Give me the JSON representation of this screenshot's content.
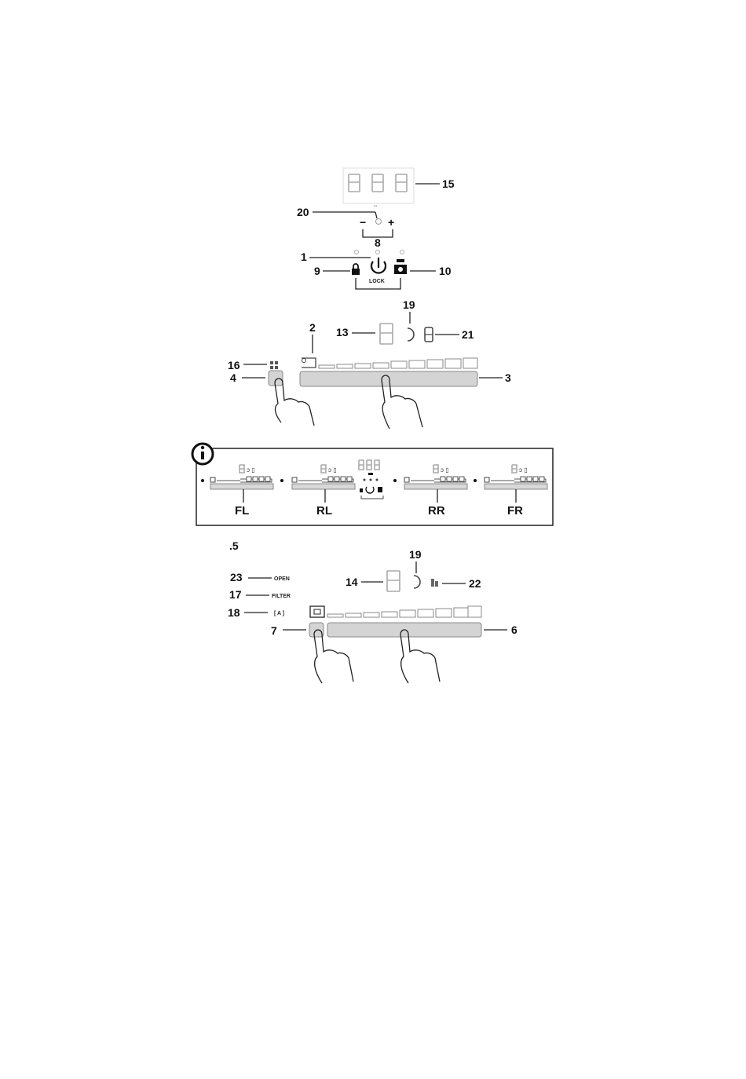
{
  "top_panel": {
    "callouts": {
      "c15": "15",
      "c20": "20",
      "c8": "8",
      "c1": "1",
      "c9": "9",
      "c10": "10",
      "c19": "19",
      "c13": "13",
      "c21": "21",
      "c2": "2",
      "c16": "16",
      "c4": "4",
      "c3": "3"
    },
    "minus": "−",
    "plus": "+",
    "lock_label": "LOCK"
  },
  "info_panel": {
    "zones": [
      "FL",
      "RL",
      "RR",
      "FR"
    ]
  },
  "bottom_panel": {
    "section_mark": ".5",
    "callouts": {
      "c23": "23",
      "c17": "17",
      "c18": "18",
      "c7": "7",
      "c19": "19",
      "c14": "14",
      "c22": "22",
      "c6": "6"
    },
    "open_label": "OPEN",
    "filter_label": "FILTER",
    "auto_label": "[ A ]"
  },
  "icons": [
    "display-icon",
    "timer-icon",
    "lock-icon",
    "power-icon",
    "hood-icon",
    "info-icon",
    "finger-icon"
  ]
}
